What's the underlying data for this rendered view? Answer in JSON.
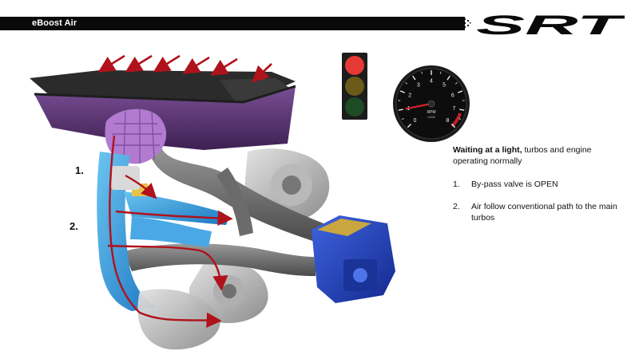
{
  "header": {
    "title": "eBoost Air"
  },
  "brand": {
    "logo_text": "SRT"
  },
  "diagram": {
    "markers": [
      "1.",
      "2."
    ],
    "icons": [
      "traffic-light-icon",
      "tachometer-icon"
    ]
  },
  "tachometer": {
    "label": "RPM",
    "sublabel": "x1000",
    "ticks": [
      "0",
      "1",
      "2",
      "3",
      "4",
      "5",
      "6",
      "7",
      "8"
    ],
    "needle_value": 1
  },
  "traffic_light": {
    "active_lamp": "red",
    "colors": {
      "red": "#e53935",
      "amber": "#6b5a1a",
      "green": "#1e4a24"
    }
  },
  "description": {
    "lead": "Waiting at a light,",
    "rest": " turbos and engine operating normally",
    "steps": [
      {
        "num": "1.",
        "text": "By-pass valve is OPEN"
      },
      {
        "num": "2.",
        "text": "Air follow conventional path to the main turbos"
      }
    ]
  },
  "colors": {
    "header": "#0a0a0a",
    "airflow_arrow": "#b0121b",
    "airbox": "#5b3473",
    "intake_pipe": "#3fa7e3",
    "eboost_unit": "#1f3fbf"
  }
}
